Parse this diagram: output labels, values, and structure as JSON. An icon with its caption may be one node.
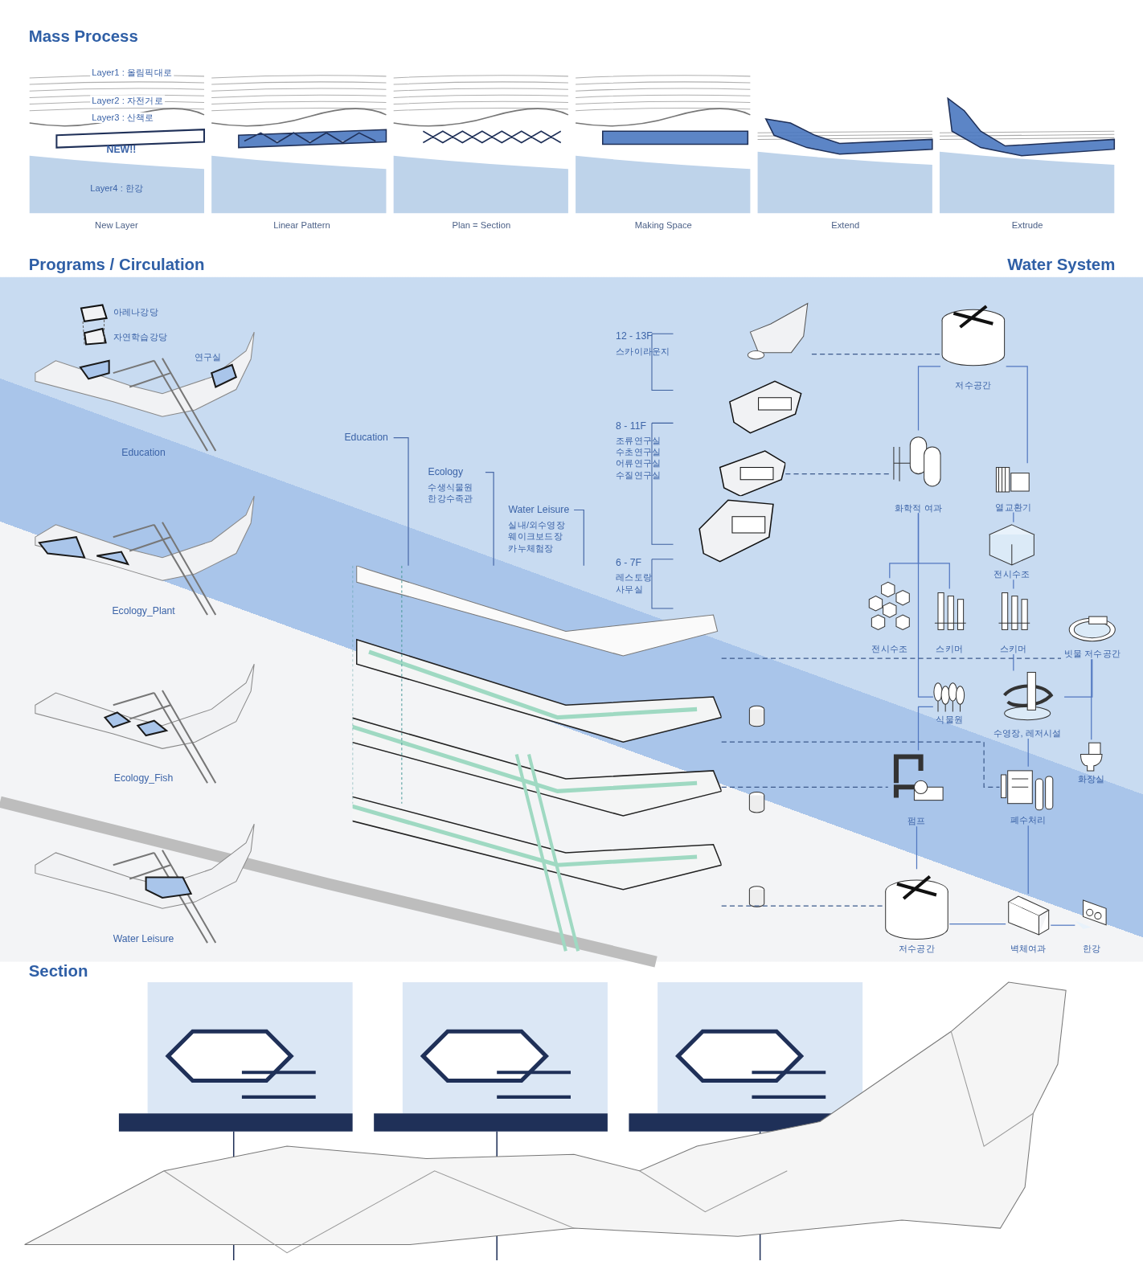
{
  "diagram": {
    "nodes": [
      {
        "text": [
          "Education"
        ]
      },
      {
        "text": [
          "Ecology",
          "수생식물원 한강수족관"
        ]
      },
      {
        "text": [
          "Water Leisure",
          "실내/외수영장 웨이크보드장 카누체험장"
        ]
      },
      {
        "text": [],
        "shape": "picture"
      },
      {
        "text": [],
        "shape": "picture"
      },
      {
        "text": [],
        "shape": "picture"
      },
      {
        "text": [
          "저수공간"
        ]
      },
      {
        "text": [
          "화학적 여과"
        ]
      },
      {
        "text": [
          "열교환기"
        ]
      },
      {
        "text": [
          "전시수조"
        ]
      },
      {
        "text": [
          "전시수조"
        ]
      },
      {
        "text": [
          "스키머"
        ]
      },
      {
        "text": [
          "스키머"
        ]
      },
      {
        "text": [
          "빗물 저수공간"
        ]
      },
      {
        "text": [
          "식물원"
        ]
      },
      {
        "text": [
          "수영장, 레저시설"
        ]
      },
      {
        "text": [
          "화장실"
        ]
      },
      {
        "text": [
          "펌프"
        ]
      },
      {
        "text": [
          "폐수처리"
        ]
      },
      {
        "text": [
          "저수공간"
        ]
      },
      {
        "text": [
          "벽체여과"
        ]
      },
      {
        "text": [
          "한강"
        ]
      }
    ],
    "edges": [
      {
        "from": 0,
        "to": 3,
        "arrow": "none"
      },
      {
        "from": 1,
        "to": 3,
        "arrow": "none"
      },
      {
        "from": 2,
        "to": 3,
        "arrow": "none"
      },
      {
        "from": 6,
        "to": 7,
        "arrow": "none"
      },
      {
        "from": 6,
        "to": 8,
        "arrow": "none"
      },
      {
        "from": 8,
        "to": 9,
        "arrow": "none"
      },
      {
        "from": 9,
        "to": 12,
        "arrow": "none"
      },
      {
        "from": 7,
        "to": 10,
        "arrow": "none"
      },
      {
        "from": 7,
        "to": 11,
        "arrow": "none"
      },
      {
        "from": 7,
        "to": 14,
        "arrow": "none"
      },
      {
        "from": 14,
        "to": 17,
        "arrow": "none"
      },
      {
        "from": 17,
        "to": 19,
        "arrow": "none"
      },
      {
        "from": 12,
        "to": 15,
        "arrow": "none"
      },
      {
        "from": 15,
        "to": 18,
        "arrow": "none"
      },
      {
        "from": 18,
        "to": 20,
        "arrow": "none"
      },
      {
        "from": 13,
        "to": 15,
        "arrow": "none"
      },
      {
        "from": 13,
        "to": 16,
        "arrow": "none"
      },
      {
        "from": 19,
        "to": 20,
        "arrow": "none"
      },
      {
        "from": 20,
        "to": 21,
        "arrow": "none"
      },
      {
        "from": 4,
        "to": 6,
        "arrow": "none",
        "style": "dashed",
        "color": "#3d5a8c"
      },
      {
        "from": 5,
        "to": 7,
        "arrow": "none",
        "style": "dashed",
        "color": "#3d5a8c"
      },
      {
        "from": 3,
        "to": 13,
        "arrow": "none",
        "style": "dashed",
        "color": "#3d5a8c"
      },
      {
        "from": 3,
        "to": 17,
        "arrow": "none",
        "style": "dashed",
        "color": "#3d5a8c"
      },
      {
        "from": 3,
        "to": 18,
        "arrow": "none",
        "style": "dashed",
        "color": "#3d5a8c"
      },
      {
        "from": 3,
        "to": 19,
        "arrow": "none",
        "style": "dashed",
        "color": "#3d5a8c"
      }
    ],
    "labels": [
      "Mass Process",
      "Layer1 : 올림픽대로",
      "Layer2 : 자전거로",
      "Layer3 : 산책로",
      "NEW!!",
      "Layer4 : 한강",
      "New Layer",
      "Linear Pattern",
      "Plan = Section",
      "Making Space",
      "Extend",
      "Extrude",
      "Programs / Circulation",
      "Water System",
      "아레나강당",
      "자연학습강당",
      "연구실",
      "Education",
      "12 - 13F",
      "스카이라운지",
      "8 - 11F",
      "조류연구실",
      "수초연구실",
      "어류연구실",
      "수질연구실",
      "6 - 7F",
      "레스토랑",
      "사무실",
      "Ecology_Plant",
      "Ecology_Fish",
      "Water Leisure",
      "Section"
    ]
  }
}
